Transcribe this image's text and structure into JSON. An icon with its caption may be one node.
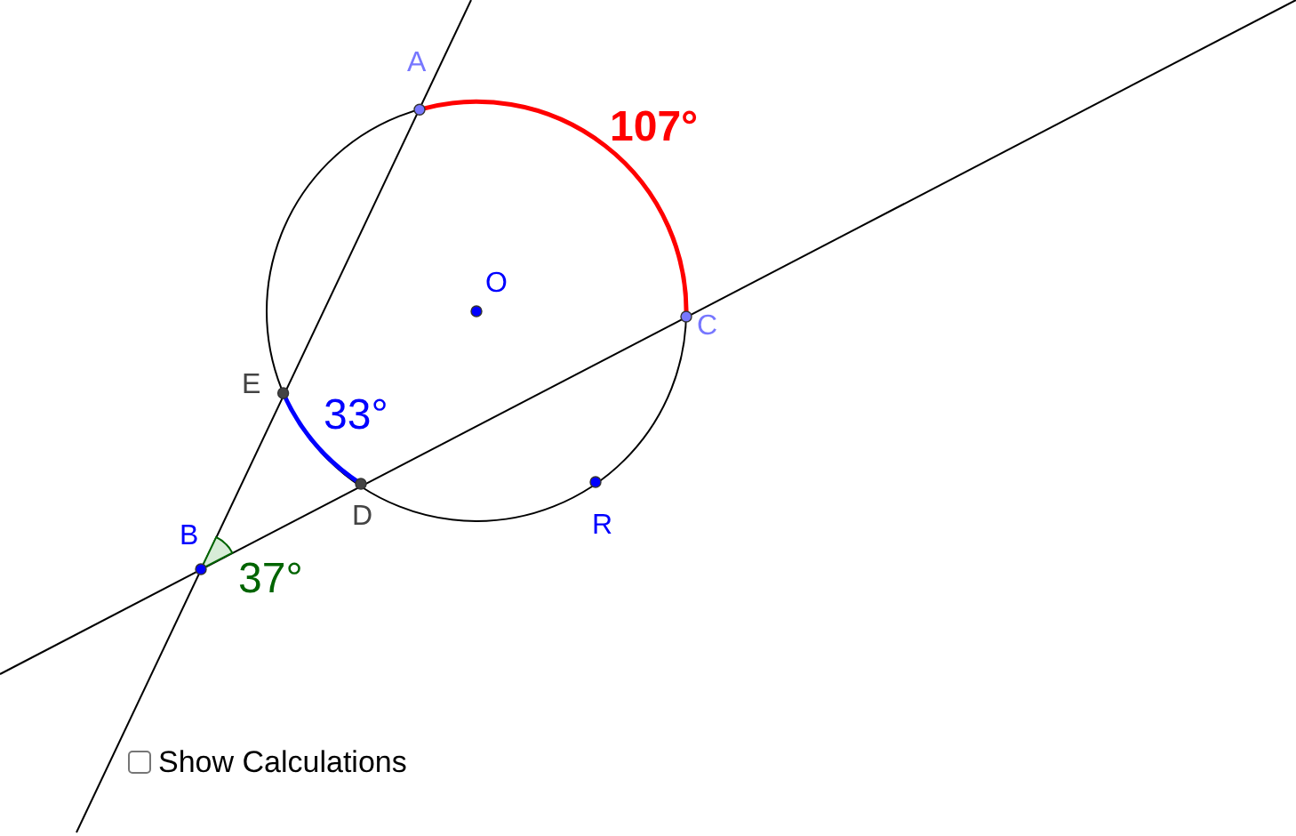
{
  "diagram": {
    "labels": [
      "A",
      "107°",
      "O",
      "C",
      "E",
      "33°",
      "D",
      "R",
      "B",
      "37°",
      "Show Calculations"
    ]
  }
}
